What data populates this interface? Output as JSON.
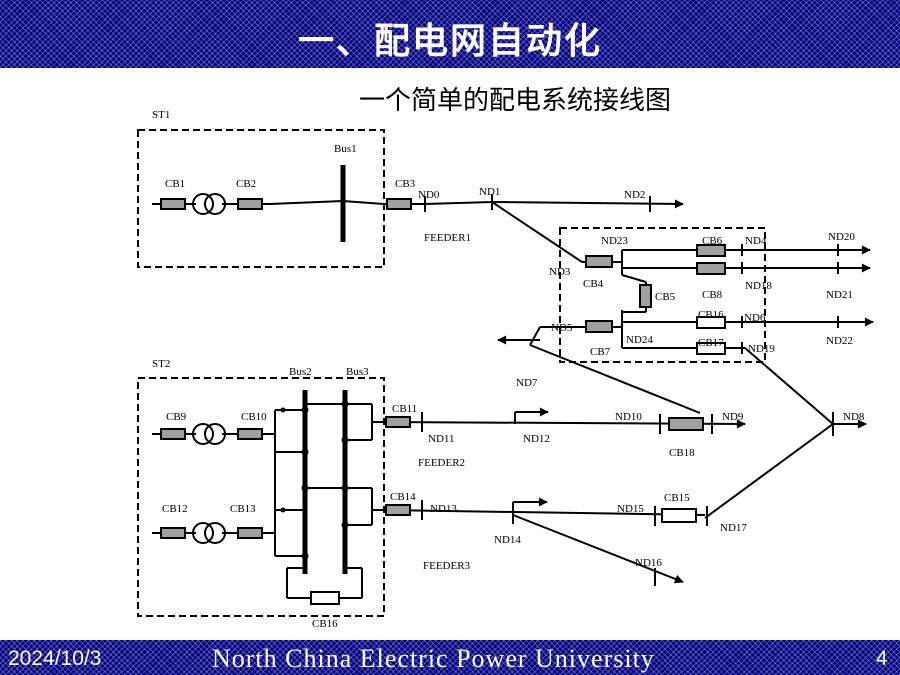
{
  "header": {
    "title": "一、配电网自动化"
  },
  "subtitle": "一个简单的配电系统接线图",
  "diagram": {
    "stations": [
      "ST1",
      "ST2"
    ],
    "buses": [
      "Bus1",
      "Bus2",
      "Bus3"
    ],
    "feeders": [
      "FEEDER1",
      "FEEDER2",
      "FEEDER3"
    ],
    "breakers": [
      "CB1",
      "CB2",
      "CB3",
      "CB4",
      "CB5",
      "CB6",
      "CB7",
      "CB8",
      "CB9",
      "CB10",
      "CB11",
      "CB12",
      "CB13",
      "CB14",
      "CB15",
      "CB16",
      "CB17",
      "CB18",
      "CB16"
    ],
    "nodes": [
      "ND0",
      "ND1",
      "ND2",
      "ND3",
      "ND4",
      "ND5",
      "ND6",
      "ND7",
      "ND8",
      "ND9",
      "ND10",
      "ND11",
      "ND12",
      "ND13",
      "ND14",
      "ND15",
      "ND16",
      "ND17",
      "ND18",
      "ND19",
      "ND20",
      "ND21",
      "ND22",
      "ND23",
      "ND24"
    ]
  },
  "footer": {
    "date": "2024/10/3",
    "organization": "North China Electric Power University",
    "page": "4"
  }
}
